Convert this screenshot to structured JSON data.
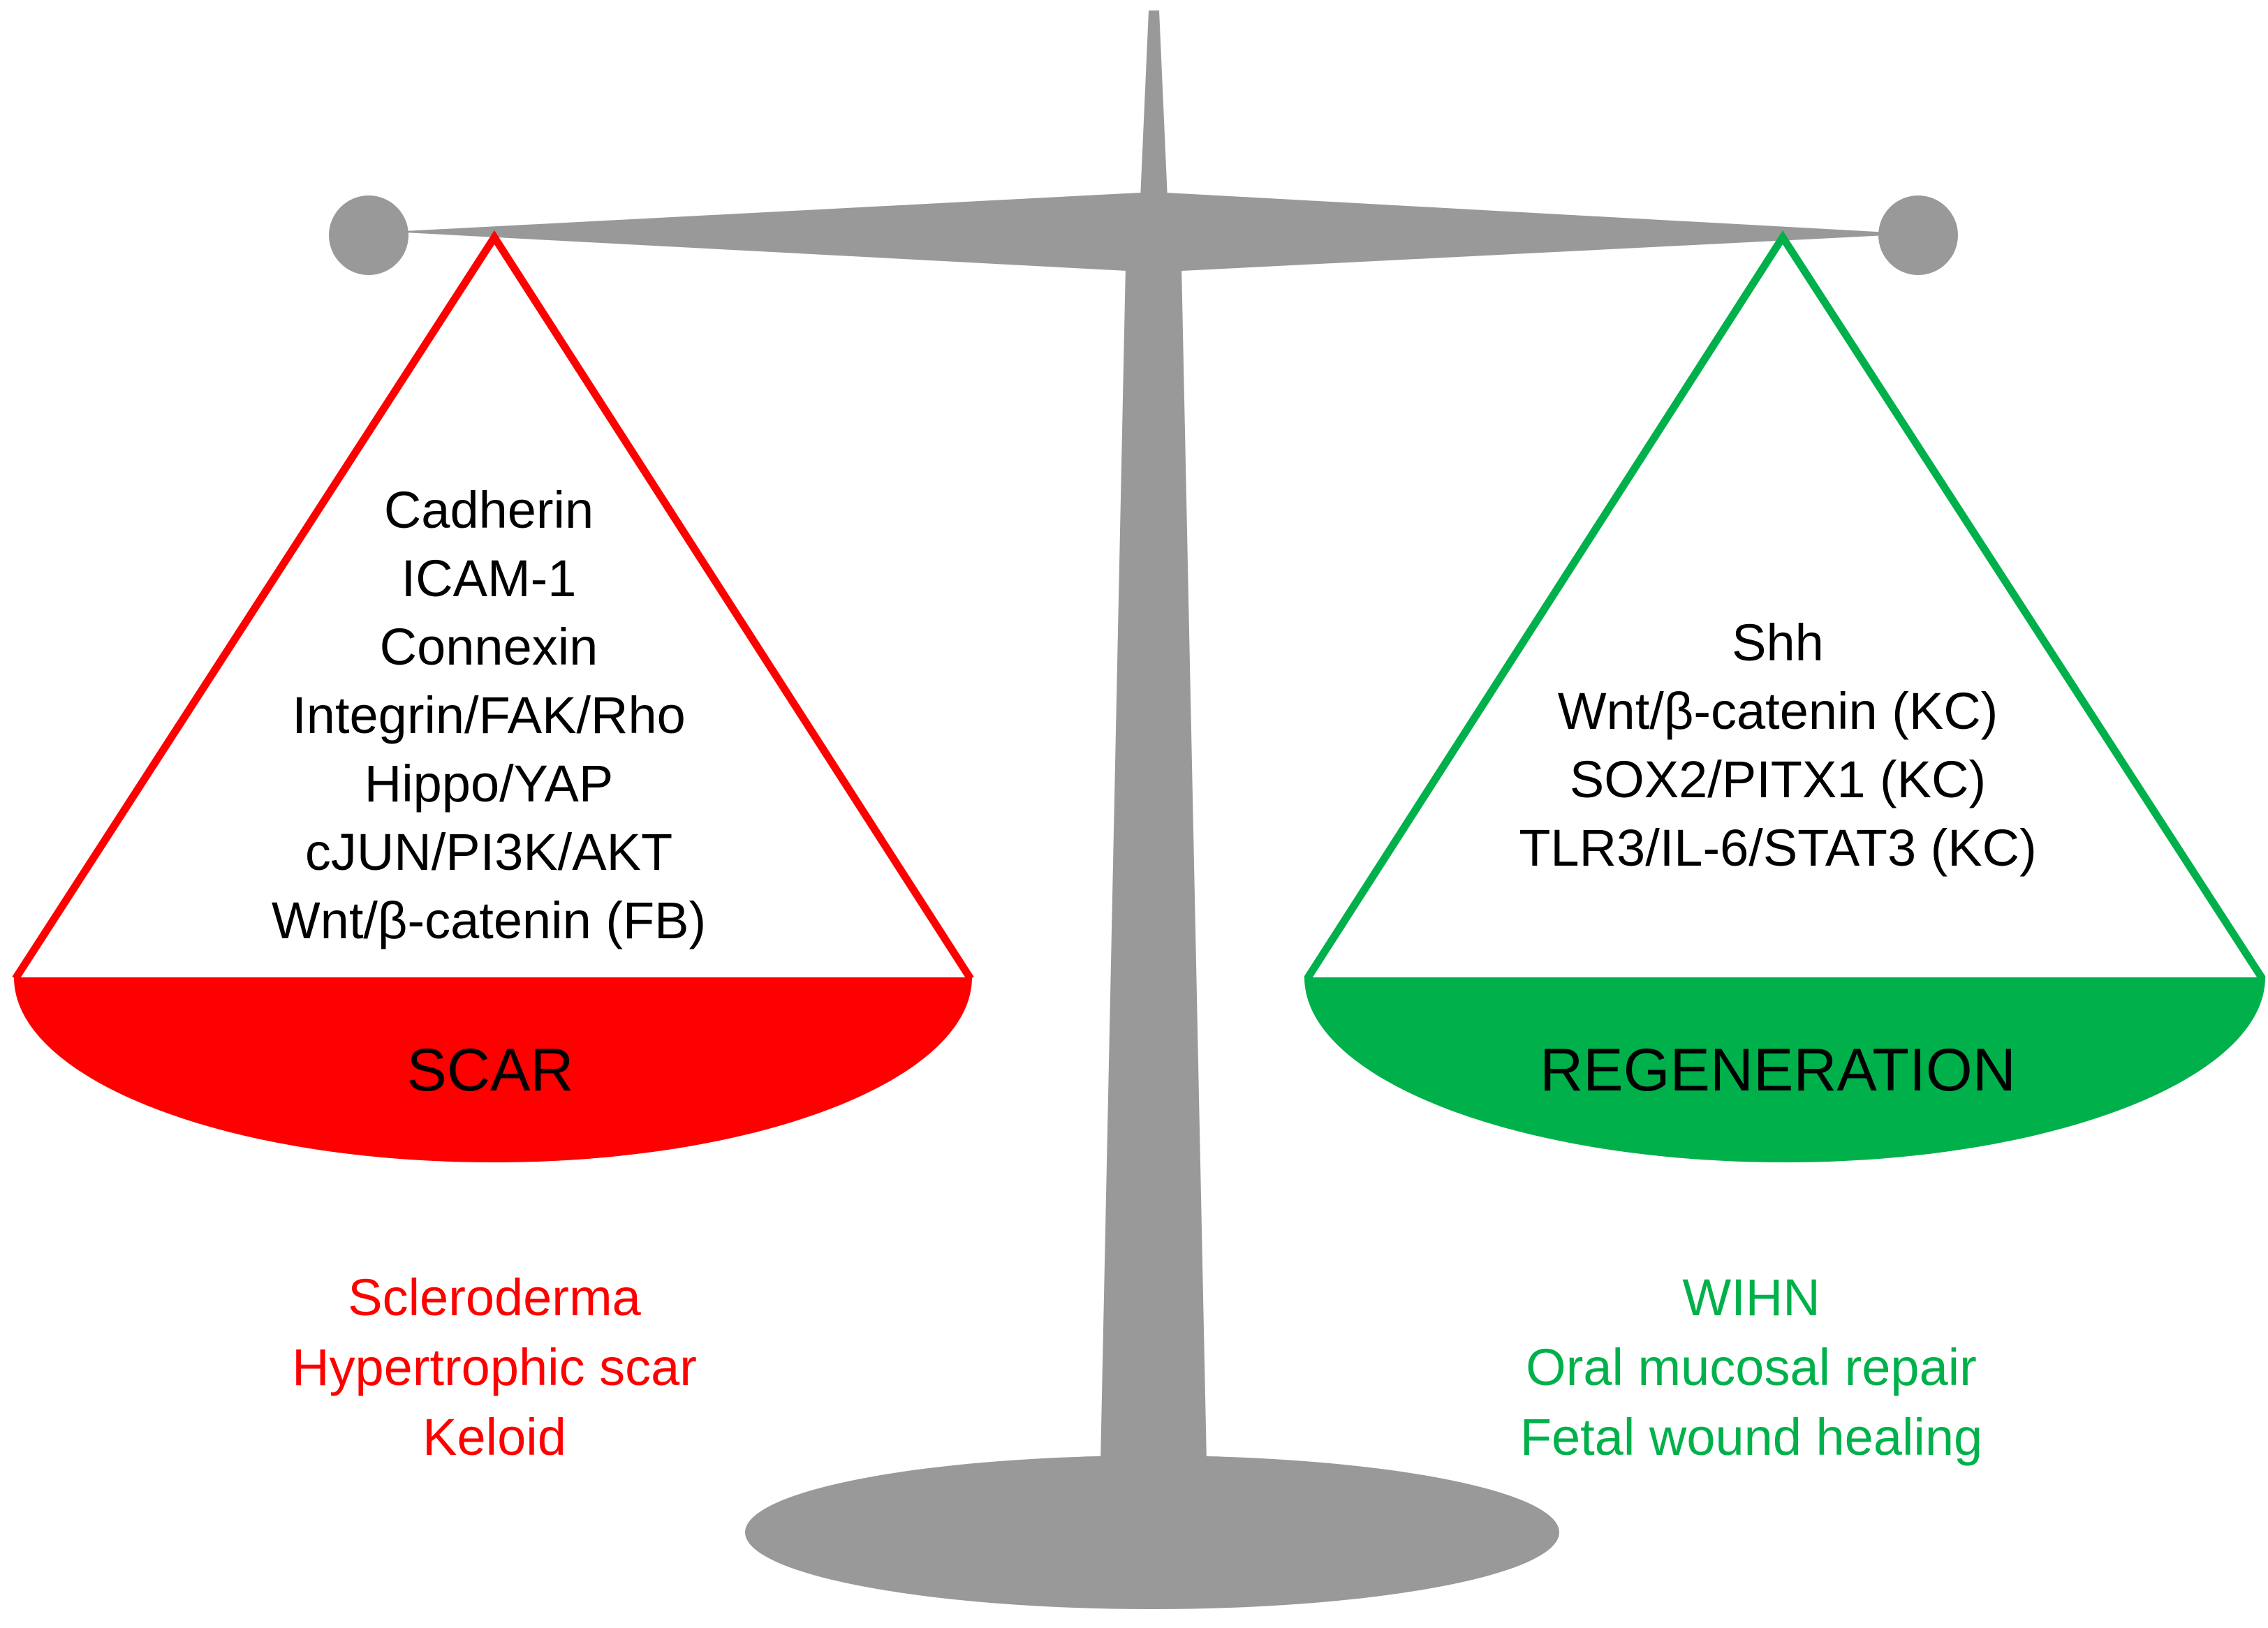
{
  "colors": {
    "scale": "#999999",
    "scar": "#ff0000",
    "regeneration": "#00b14b",
    "text": "#000000"
  },
  "scar": {
    "pan_label": "SCAR",
    "pathways": [
      "Cadherin",
      "ICAM-1",
      "Connexin",
      "Integrin/FAK/Rho",
      "Hippo/YAP",
      "cJUN/PI3K/AKT",
      "Wnt/β-catenin (FB)"
    ],
    "conditions": [
      "Scleroderma",
      "Hypertrophic scar",
      "Keloid"
    ]
  },
  "regeneration": {
    "pan_label": "REGENERATION",
    "pathways": [
      "Shh",
      "Wnt/β-catenin (KC)",
      "SOX2/PITX1 (KC)",
      "TLR3/IL-6/STAT3 (KC)"
    ],
    "conditions": [
      "WIHN",
      "Oral mucosal repair",
      "Fetal wound healing"
    ]
  }
}
